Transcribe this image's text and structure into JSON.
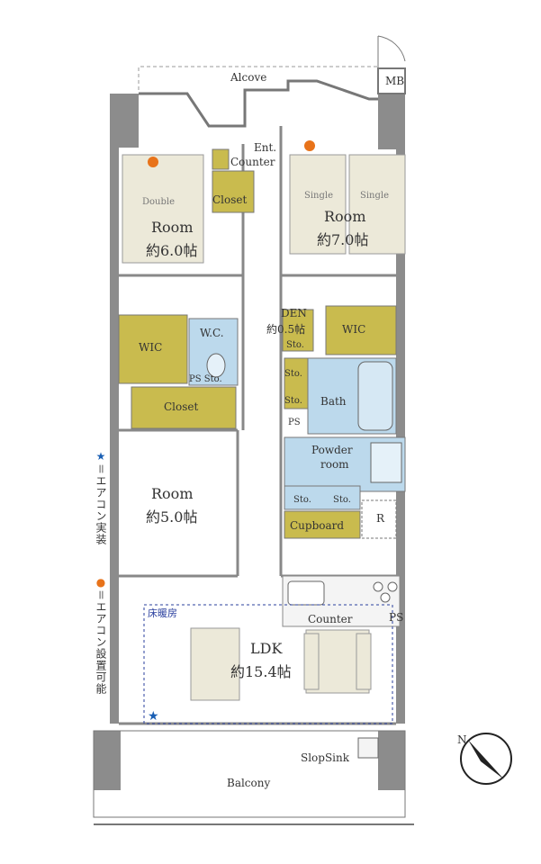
{
  "labels": {
    "alcove": "Alcove",
    "mb": "MB",
    "ent_counter_1": "Ent.",
    "ent_counter_2": "Counter",
    "closet_top": "Closet",
    "room_double_name": "Room",
    "room_double_size": "約6.0帖",
    "bed_double": "Double",
    "room_single_name": "Room",
    "room_single_size": "約7.0帖",
    "bed_single_1": "Single",
    "bed_single_2": "Single",
    "wic_left": "WIC",
    "wc": "W.C.",
    "ps_sto": "PS Sto.",
    "den_1": "DEN",
    "den_2": "約0.5帖",
    "den_sto": "Sto.",
    "wic_right": "WIC",
    "sto_1": "Sto.",
    "sto_2": "Sto.",
    "ps_mid": "PS",
    "bath": "Bath",
    "closet_mid": "Closet",
    "powder_1": "Powder",
    "powder_2": "room",
    "sto_3": "Sto.",
    "sto_4": "Sto.",
    "cupboard": "Cupboard",
    "r": "R",
    "room5_name": "Room",
    "room5_size": "約5.0帖",
    "counter": "Counter",
    "ps_kitchen": "PS",
    "floor_heating": "床暖房",
    "ldk_name": "LDK",
    "ldk_size": "約15.4帖",
    "slop_sink": "SlopSink",
    "balcony": "Balcony",
    "north": "N"
  },
  "legend": {
    "star_symbol": "★",
    "star_text": "＝エアコン実装",
    "dot_symbol": "●",
    "dot_text": "＝エアコン設置可能"
  },
  "colors": {
    "wall": "#8c8c8c",
    "storage": "#c9bb4e",
    "wet": "#bcd9ec",
    "furniture": "#ece9d9",
    "star": "#1a5fb4",
    "dot": "#e8731a",
    "floor_heating": "#2a3f9e"
  }
}
